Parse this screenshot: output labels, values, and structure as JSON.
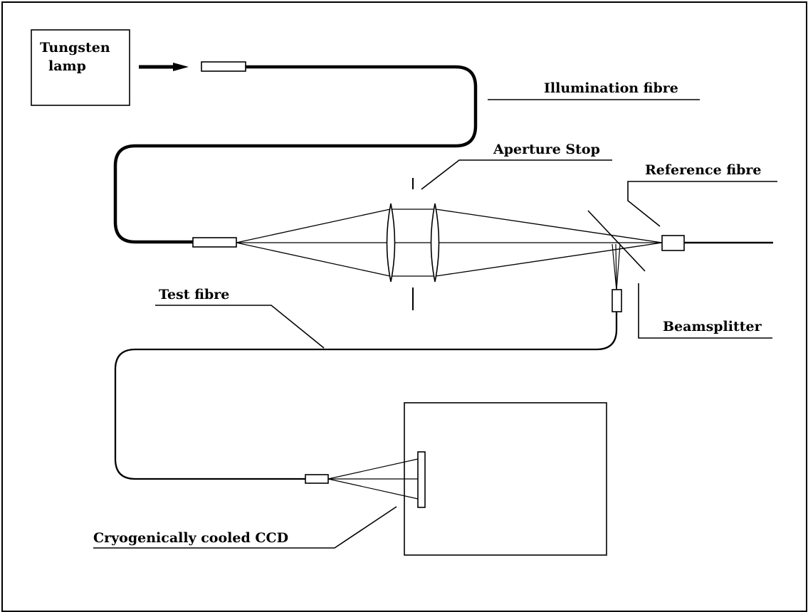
{
  "diagram": {
    "labels": {
      "lamp_line1": "Tungsten",
      "lamp_line2": "lamp",
      "illumination_fibre": "Illumination fibre",
      "aperture_stop": "Aperture Stop",
      "reference_fibre": "Reference fibre",
      "test_fibre": "Test fibre",
      "beamsplitter": "Beamsplitter",
      "ccd": "Cryogenically cooled CCD"
    }
  }
}
